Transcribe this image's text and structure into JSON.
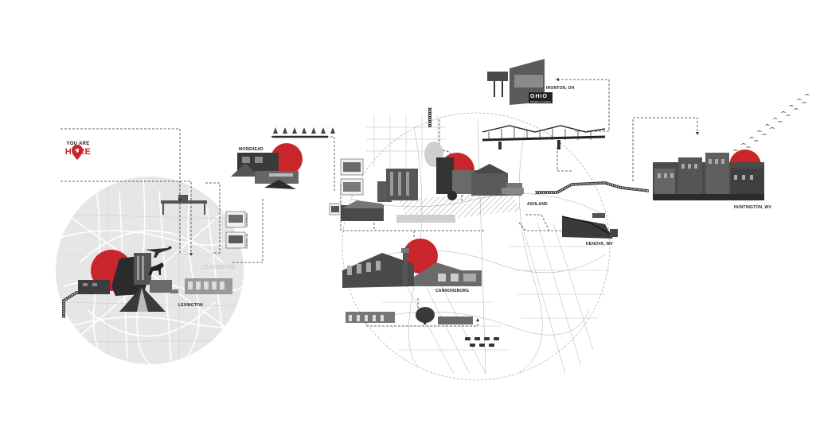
{
  "marker": {
    "line1": "YOU ARE",
    "line2": "HERE"
  },
  "places": {
    "morehead": "MOREHEAD",
    "lexington": "LEXINGTON",
    "lexington_map": "LEXINGTO",
    "ashland": "ASHLAND",
    "cannonsburg": "CANNONSBURG",
    "kenova": "KENOVA, WV",
    "ironton": "IRONTON, OH",
    "huntington": "HUNTINGTON, WV"
  },
  "sign": {
    "state": "OHIO",
    "tagline": "birthplace of aviation"
  },
  "photo_captions": {
    "cap1": "MOREHEAD",
    "cap2": "KY CENTRAL"
  },
  "colors": {
    "accent": "#c8262b",
    "ink": "#1c1c1c",
    "map_grey": "#e4e4e4",
    "line": "#3a3a3a"
  }
}
